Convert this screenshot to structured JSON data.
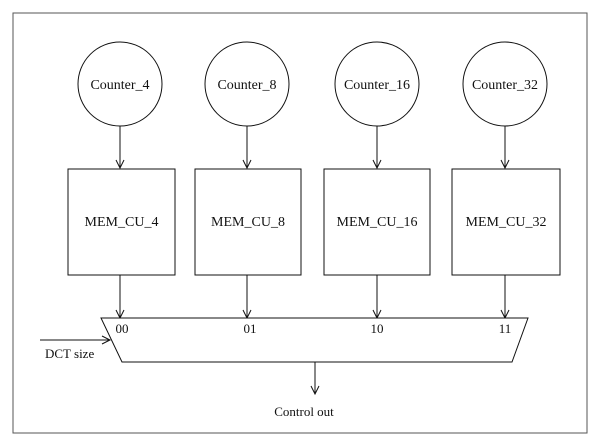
{
  "counters": [
    {
      "label": "Counter_4"
    },
    {
      "label": "Counter_8"
    },
    {
      "label": "Counter_16"
    },
    {
      "label": "Counter_32"
    }
  ],
  "memory_units": [
    {
      "label": "MEM_CU_4"
    },
    {
      "label": "MEM_CU_8"
    },
    {
      "label": "MEM_CU_16"
    },
    {
      "label": "MEM_CU_32"
    }
  ],
  "mux": {
    "inputs": [
      "00",
      "01",
      "10",
      "11"
    ],
    "select_label": "DCT size",
    "output_label": "Control out"
  }
}
